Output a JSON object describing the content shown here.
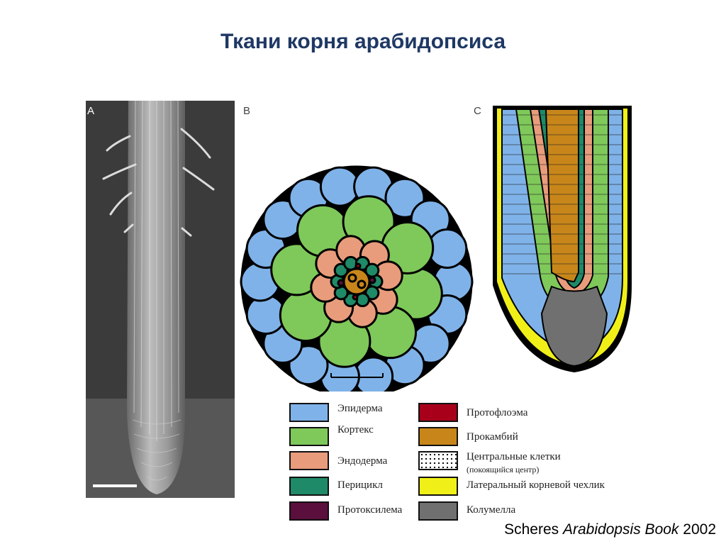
{
  "title": "Ткани корня арабидопсиса",
  "panels": {
    "a": "A",
    "b": "B",
    "c": "C"
  },
  "legend": [
    {
      "label": "Эпидерма",
      "color": "#7fb2e8"
    },
    {
      "label": "Кортекс",
      "color": "#7fc85a"
    },
    {
      "label": "Эндодерма",
      "color": "#e89c7c"
    },
    {
      "label": "Перицикл",
      "color": "#1f8a68"
    },
    {
      "label": "Протоксилема",
      "color": "#5a0f3c"
    },
    {
      "label": "Протофлоэма",
      "color": "#a8001a"
    },
    {
      "label": "Прокамбий",
      "color": "#c8861a"
    },
    {
      "label": "Центральные клетки",
      "sub": "(покоящийся центр)",
      "color": "#ffffff"
    },
    {
      "label": "Латеральный корневой чехлик",
      "color": "#f0f018"
    },
    {
      "label": "Колумелла",
      "color": "#707070"
    }
  ],
  "citation": {
    "author": "Scheres",
    "work": "Arabidopsis Book",
    "year": "2002"
  }
}
